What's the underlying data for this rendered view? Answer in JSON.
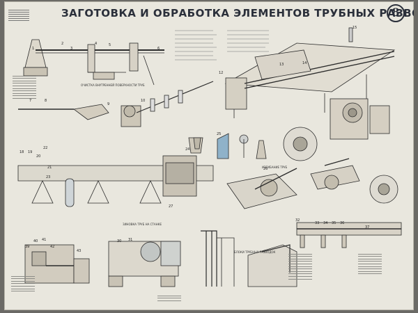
{
  "title": "ЗАГОТОВКА И ОБРАБОТКА ЭЛЕМЕНТОВ ТРУБНЫХ РАЗВОДОК",
  "sheet_number": "8",
  "sections": {
    "pipe_cleaning": "ОЧИСТКА ВНУТРЕННЕЙ ПОВЕРХНОСТИ ТРУБ",
    "pipe_bending": "ИЗГИБАНИЕ ТРУБ",
    "bending_machine": "ЗИНОВКА ТРУБ НА СТАНКЕ",
    "pipe_blocks": "БЛОКИ ТРУБНЫХ РАЗВОДОК"
  },
  "callouts": [
    "1",
    "2",
    "3",
    "4",
    "5",
    "6",
    "7",
    "8",
    "9",
    "10",
    "12",
    "13",
    "14",
    "15",
    "18",
    "19",
    "20",
    "21",
    "22",
    "23",
    "24",
    "25",
    "26",
    "27",
    "30",
    "31",
    "32",
    "33",
    "34",
    "35",
    "36",
    "37",
    "39",
    "40",
    "41",
    "42",
    "43"
  ]
}
